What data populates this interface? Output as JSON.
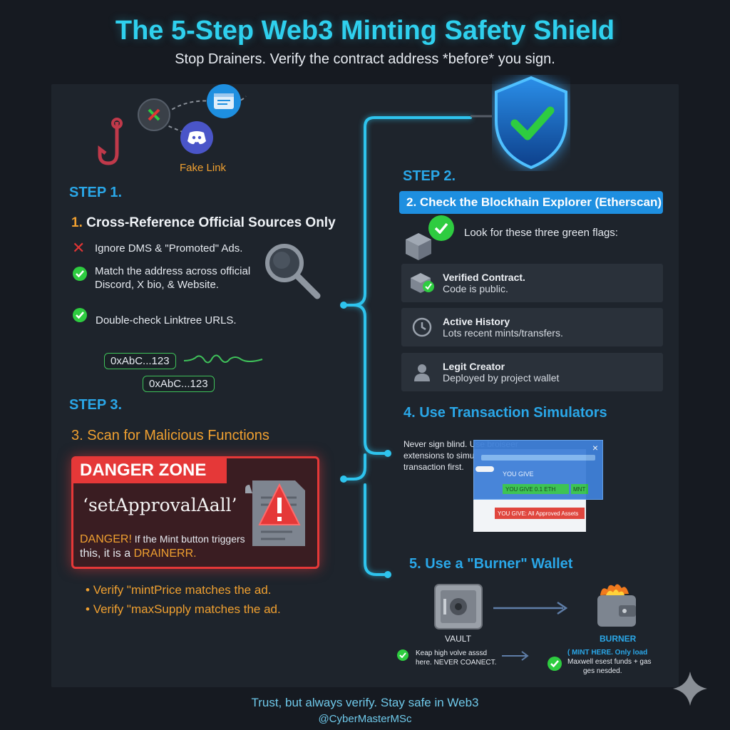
{
  "header": {
    "title": "The 5-Step Web3 Minting Safety Shield",
    "subtitle": "Stop Drainers. Verify the contract address *before* you sign."
  },
  "phishing": {
    "caption": "Fake Link"
  },
  "step1": {
    "label": "STEP 1.",
    "heading_num": "1.",
    "heading": "Cross-Reference Official Sources Only",
    "items": [
      {
        "icon": "x-icon",
        "text": "Ignore DMS & \"Promoted\" Ads."
      },
      {
        "icon": "check-icon",
        "line1": "Match the address across official",
        "line2": "Discord, X bio, & Website."
      },
      {
        "icon": "check-icon",
        "text": "Double-check Linktree URLS."
      }
    ],
    "addresses": [
      "0xAbC...123",
      "0xAbC...123"
    ]
  },
  "step2": {
    "label": "STEP 2.",
    "banner": "2. Check the Blockhain Explorer (Etherscan)",
    "intro": "Look for these three green flags:",
    "cards": [
      {
        "title": "Verified Contract.",
        "desc": "Code is public."
      },
      {
        "title": "Active History",
        "desc": "Lots recent mints/transfers."
      },
      {
        "title": "Legit Creator",
        "desc": "Deployed by project wallet"
      }
    ]
  },
  "step3": {
    "label": "STEP 3.",
    "heading": "3. Scan for Malicious Functions",
    "danger_title": "DANGER ZONE",
    "function": "‘setApprovalAall’",
    "warn_red": "DANGER!",
    "warn_line1": " If the Mint button triggers",
    "warn_line2a": "this, it is a ",
    "warn_red2": "DRAINERR.",
    "bullets": [
      "Verify \"mintPrice matches the ad.",
      "Verify \"maxSupply matches the ad."
    ]
  },
  "step4": {
    "heading": "4. Use Transaction Simulators",
    "desc_line1": "Never sign blind. Use broiseer",
    "desc_line2": "extensions to simulate",
    "desc_line3": "transaction first.",
    "dialog_close": "×",
    "you_give": "YOU GIVE",
    "green_a": "YOU GIVE 0.1 ETH",
    "green_b": "MNT",
    "red_row": "YOU GIVE: All Approved Assets"
  },
  "step5": {
    "heading": "5. Use a \"Burner\" Wallet",
    "vault_label": "VAULT",
    "burner_label": "BURNER",
    "vault_line1": "Keap high volve asssd",
    "vault_line2": "here. NEVER COANECT.",
    "burner_line1": "( MINT HERE. Only load",
    "burner_line2": "Maxwell esest funds + gas",
    "burner_line3": "ges nesded."
  },
  "footer": {
    "tagline": "Trust, but always verify. Stay safe in Web3",
    "handle": "@CyberMasterMSc"
  },
  "colors": {
    "accent": "#2fd0ee",
    "step_blue": "#2aa7e8",
    "orange": "#f0a030",
    "danger": "#e53838",
    "green": "#2ecc40",
    "connector": "#2ec4ee"
  }
}
